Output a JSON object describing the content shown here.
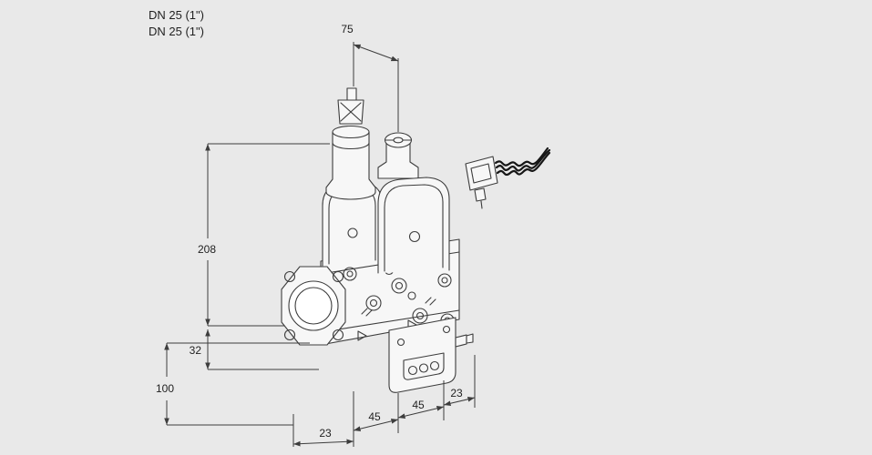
{
  "diagram": {
    "type": "technical-dimension-drawing",
    "subject": "double solenoid gas valve with flange connections and cable plug"
  },
  "connection_labels": {
    "line1": "DN 25 (1\")",
    "line2": "DN 25 (1\")"
  },
  "dimensions": {
    "top_span": "75",
    "overall_height": "208",
    "flange_offset": "32",
    "lower_height": "100",
    "bottom_spans": [
      "23",
      "45",
      "45",
      "23"
    ]
  },
  "colors": {
    "background": "#e9e9e9",
    "line": "#3d3d3d",
    "part_fill": "#f7f7f7",
    "cable": "#161616",
    "text": "#1f1f1f"
  }
}
